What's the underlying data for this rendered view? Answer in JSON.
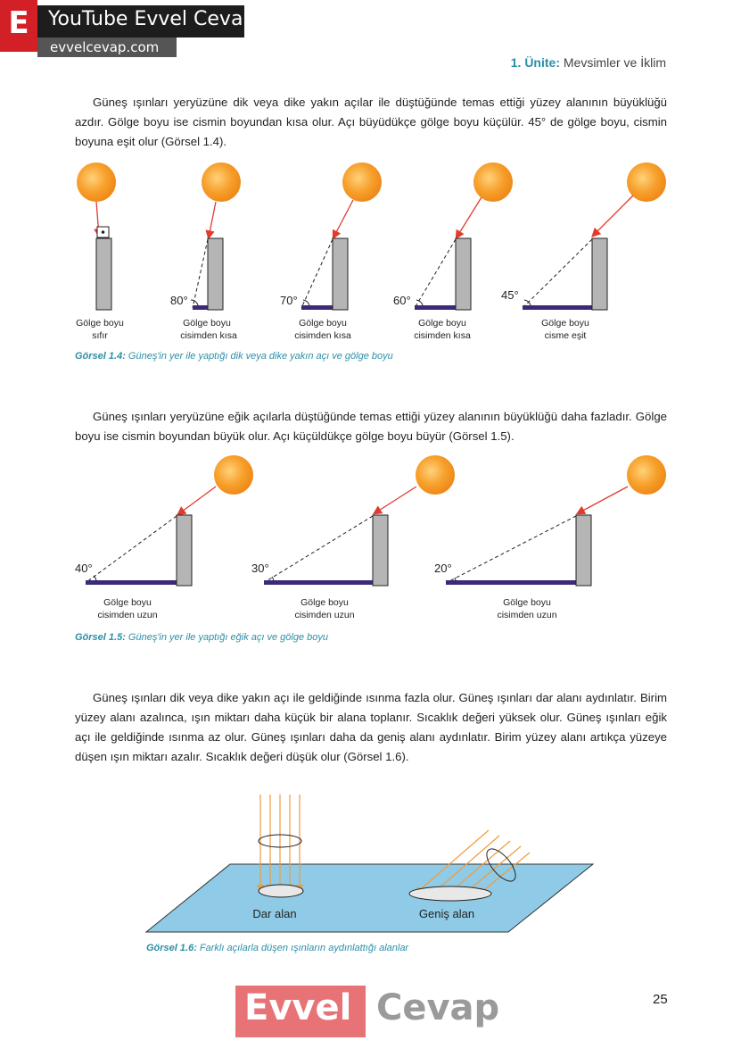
{
  "brand": {
    "letter": "E",
    "title": "YouTube Evvel Cevap",
    "url": "evvelcevap.com"
  },
  "header": {
    "unit_label": "1. Ünite:",
    "unit_title": "Mevsimler ve İklim"
  },
  "paragraphs": {
    "p1": "Güneş ışınları yeryüzüne dik veya dike yakın açılar ile düştüğünde temas ettiği yüzey alanının büyüklüğü azdır. Gölge boyu ise cismin boyundan kısa olur. Açı büyüdükçe gölge boyu küçülür. 45° de gölge boyu, cismin boyuna eşit olur (Görsel 1.4).",
    "p2": "Güneş ışınları yeryüzüne eğik açılarla düştüğünde temas ettiği yüzey alanının büyüklüğü daha fazladır. Gölge boyu ise cismin boyundan büyük olur. Açı küçüldükçe gölge boyu büyür (Görsel 1.5).",
    "p3": "Güneş ışınları dik veya dike yakın açı ile geldiğinde ısınma fazla olur. Güneş ışınları dar alanı aydınlatır. Birim yüzey alanı azalınca, ışın miktarı daha küçük bir alana toplanır. Sıcaklık değeri yüksek olur. Güneş ışınları eğik açı ile geldiğinde ısınma az olur. Güneş ışınları daha da geniş alanı aydınlatır. Birim yüzey alanı artıkça yüzeye düşen ışın miktarı azalır. Sıcaklık değeri düşük olur (Görsel 1.6)."
  },
  "figure_1_4": {
    "caption_label": "Görsel 1.4:",
    "caption_text": "Güneş'in yer ile yaptığı dik veya dike yakın açı ve gölge boyu",
    "items": [
      {
        "angle": "",
        "label1": "Gölge boyu",
        "label2": "sıfır"
      },
      {
        "angle": "80°",
        "label1": "Gölge boyu",
        "label2": "cisimden kısa"
      },
      {
        "angle": "70°",
        "label1": "Gölge boyu",
        "label2": "cisimden kısa"
      },
      {
        "angle": "60°",
        "label1": "Gölge boyu",
        "label2": "cisimden kısa"
      },
      {
        "angle": "45°",
        "label1": "Gölge boyu",
        "label2": "cisme eşit"
      }
    ]
  },
  "figure_1_5": {
    "caption_label": "Görsel 1.5:",
    "caption_text": "Güneş'in yer ile yaptığı eğik açı ve gölge boyu",
    "items": [
      {
        "angle": "40°",
        "label1": "Gölge boyu",
        "label2": "cisimden uzun"
      },
      {
        "angle": "30°",
        "label1": "Gölge boyu",
        "label2": "cisimden uzun"
      },
      {
        "angle": "20°",
        "label1": "Gölge boyu",
        "label2": "cisimden uzun"
      }
    ]
  },
  "figure_1_6": {
    "caption_label": "Görsel 1.6:",
    "caption_text": "Farklı açılarla düşen ışınların aydınlattığı alanlar",
    "label_narrow": "Dar alan",
    "label_wide": "Geniş alan"
  },
  "footer": {
    "logo_red": "Evvel",
    "logo_grey": "Cevap",
    "page_number": "25"
  },
  "colors": {
    "sun": "#f7a02c",
    "ray": "#e23b2e",
    "shadow": "#3c2a78",
    "pole": "#b5b5b5",
    "plane": "#8fcbe6",
    "accent": "#2b8fa8"
  }
}
